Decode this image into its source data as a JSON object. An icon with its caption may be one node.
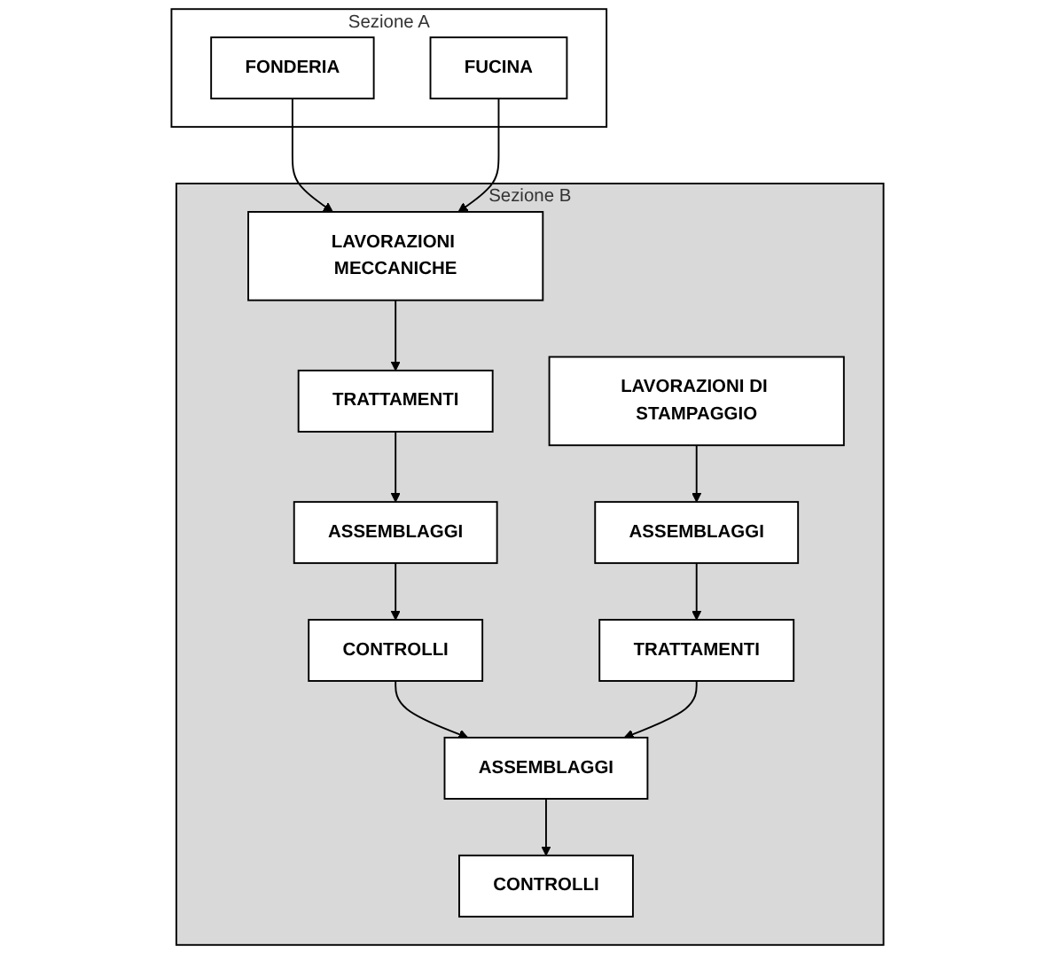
{
  "diagram": {
    "nodes": [
      {
        "text": [
          "Sezione A"
        ]
      },
      {
        "text": [
          "FONDERIA"
        ],
        "in": 0
      },
      {
        "text": [
          "FUCINA"
        ],
        "in": 0
      },
      {
        "text": [
          "Sezione B"
        ]
      },
      {
        "text": [
          "LAVORAZIONI MECCANICHE"
        ],
        "in": 3
      },
      {
        "text": [
          "TRATTAMENTI"
        ],
        "in": 3
      },
      {
        "text": [
          "ASSEMBLAGGI"
        ],
        "in": 3
      },
      {
        "text": [
          "CONTROLLI"
        ],
        "in": 3
      },
      {
        "text": [
          "LAVORAZIONI DI STAMPAGGIO"
        ],
        "in": 3
      },
      {
        "text": [
          "ASSEMBLAGGI"
        ],
        "in": 3
      },
      {
        "text": [
          "TRATTAMENTI"
        ],
        "in": 3
      },
      {
        "text": [
          "ASSEMBLAGGI"
        ],
        "in": 3
      },
      {
        "text": [
          "CONTROLLI"
        ],
        "in": 3
      }
    ],
    "edges": [
      {
        "from": 1,
        "to": 4,
        "arrow": "to"
      },
      {
        "from": 2,
        "to": 4,
        "arrow": "to"
      },
      {
        "from": 4,
        "to": 5,
        "arrow": "to"
      },
      {
        "from": 5,
        "to": 6,
        "arrow": "to"
      },
      {
        "from": 6,
        "to": 7,
        "arrow": "to"
      },
      {
        "from": 8,
        "to": 9,
        "arrow": "to"
      },
      {
        "from": 9,
        "to": 10,
        "arrow": "to"
      },
      {
        "from": 7,
        "to": 11,
        "arrow": "to"
      },
      {
        "from": 10,
        "to": 11,
        "arrow": "to"
      },
      {
        "from": 11,
        "to": 12,
        "arrow": "to"
      }
    ]
  }
}
